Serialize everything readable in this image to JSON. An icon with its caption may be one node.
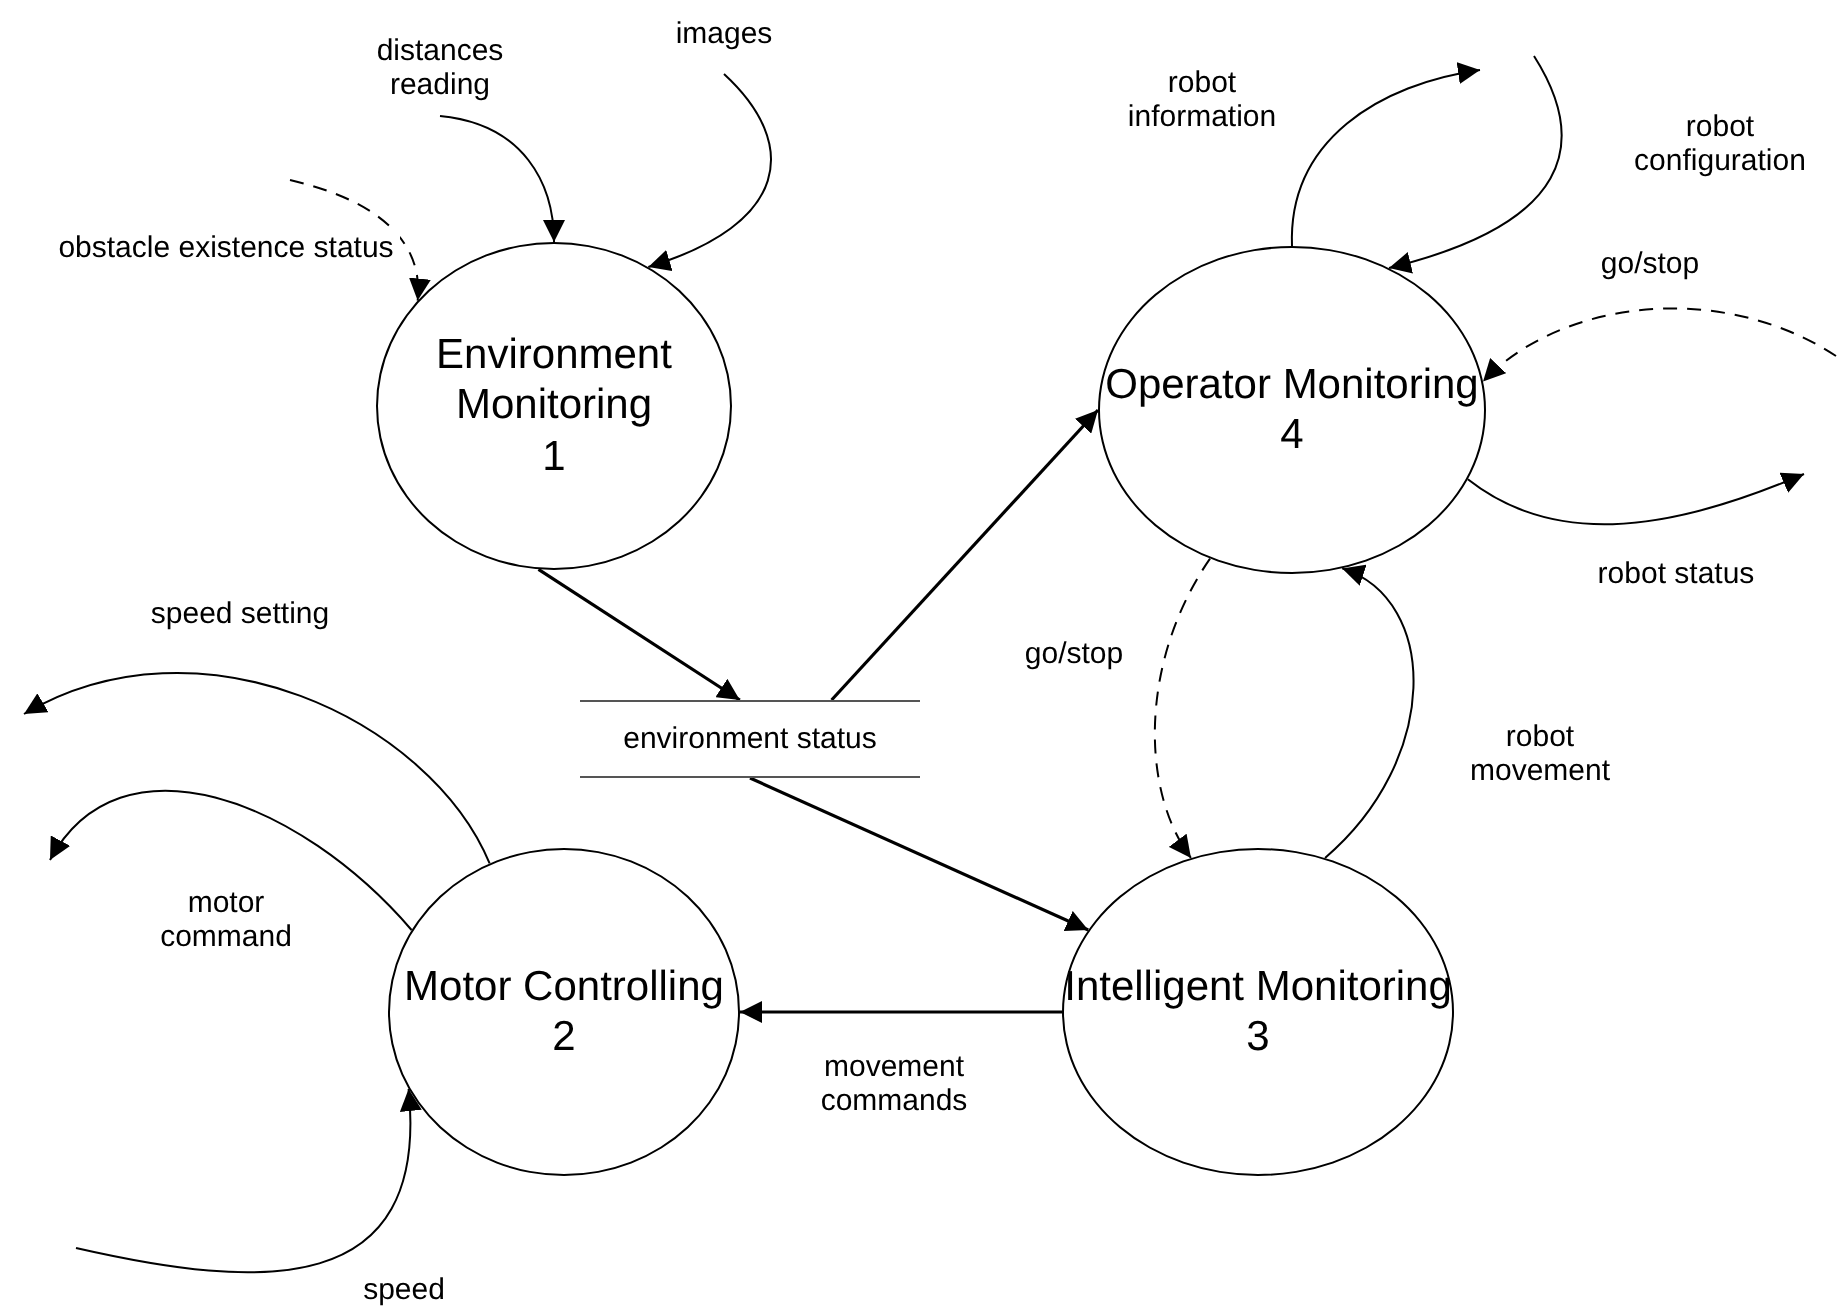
{
  "diagram": {
    "nodes": [
      {
        "text": [
          "Environment Monitoring",
          "1"
        ]
      },
      {
        "text": [
          "Operator Monitoring",
          "4"
        ]
      },
      {
        "text": [
          "environment status"
        ]
      },
      {
        "text": [
          "Motor Controlling",
          "2"
        ]
      },
      {
        "text": [
          "Intelligent Monitoring",
          "3"
        ]
      }
    ],
    "edges": [
      {
        "from": null,
        "to": 0,
        "arrow": "to",
        "label": "distances reading"
      },
      {
        "from": null,
        "to": 0,
        "arrow": "to",
        "label": "images"
      },
      {
        "from": null,
        "to": 0,
        "arrow": "to",
        "label": "obstacle existence status",
        "style": "dashed"
      },
      {
        "from": 1,
        "to": null,
        "arrow": "to",
        "label": "robot information"
      },
      {
        "from": null,
        "to": 1,
        "arrow": "to",
        "label": "robot configuration"
      },
      {
        "from": null,
        "to": 1,
        "arrow": "to",
        "label": "go/stop",
        "style": "dashed"
      },
      {
        "from": 1,
        "to": null,
        "arrow": "to",
        "label": "robot status"
      },
      {
        "from": 0,
        "to": 2,
        "arrow": "to"
      },
      {
        "from": 2,
        "to": 1,
        "arrow": "to"
      },
      {
        "from": 2,
        "to": 4,
        "arrow": "to"
      },
      {
        "from": 1,
        "to": 4,
        "arrow": "to",
        "label": "go/stop",
        "style": "dashed"
      },
      {
        "from": 4,
        "to": 1,
        "arrow": "to",
        "label": "robot movement"
      },
      {
        "from": 4,
        "to": 3,
        "arrow": "to",
        "label": "movement commands"
      },
      {
        "from": 3,
        "to": null,
        "arrow": "to",
        "label": "speed setting"
      },
      {
        "from": 3,
        "to": null,
        "arrow": "to",
        "label": "motor command"
      },
      {
        "from": null,
        "to": 3,
        "arrow": "to",
        "label": "speed"
      }
    ]
  }
}
